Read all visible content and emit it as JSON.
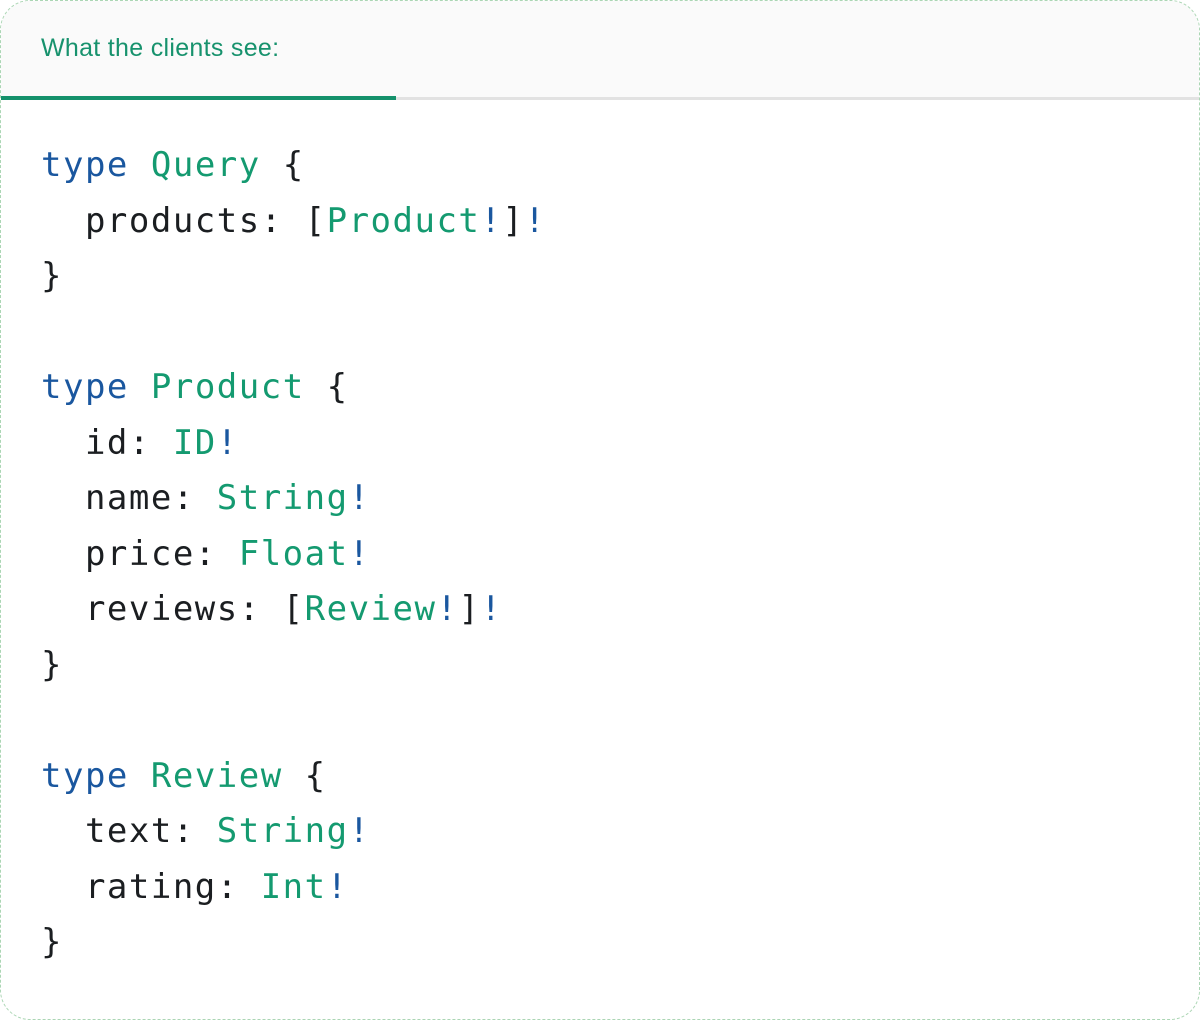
{
  "panel": {
    "tab": {
      "label": "What the clients see:"
    },
    "colors": {
      "keyword_blue": "#1a579f",
      "type_green": "#149a70",
      "code_dark": "#1b1e21",
      "tab_text_green": "#17926d",
      "tab_underline_green": "#14916b",
      "divider_gray": "#e2e2e2",
      "card_border_green": "#abd6b4",
      "header_bg": "#fafafa"
    },
    "code": {
      "language": "graphql-schema",
      "lines": [
        [
          {
            "t": "type",
            "c": "kw"
          },
          {
            "t": " ",
            "c": "pl"
          },
          {
            "t": "Query",
            "c": "ty"
          },
          {
            "t": " {",
            "c": "pl"
          }
        ],
        [
          {
            "t": "  products: [",
            "c": "pl"
          },
          {
            "t": "Product",
            "c": "ty"
          },
          {
            "t": "!",
            "c": "kw"
          },
          {
            "t": "]",
            "c": "pl"
          },
          {
            "t": "!",
            "c": "kw"
          }
        ],
        [
          {
            "t": "}",
            "c": "pl"
          }
        ],
        [],
        [
          {
            "t": "type",
            "c": "kw"
          },
          {
            "t": " ",
            "c": "pl"
          },
          {
            "t": "Product",
            "c": "ty"
          },
          {
            "t": " {",
            "c": "pl"
          }
        ],
        [
          {
            "t": "  id: ",
            "c": "pl"
          },
          {
            "t": "ID",
            "c": "ty"
          },
          {
            "t": "!",
            "c": "kw"
          }
        ],
        [
          {
            "t": "  name: ",
            "c": "pl"
          },
          {
            "t": "String",
            "c": "ty"
          },
          {
            "t": "!",
            "c": "kw"
          }
        ],
        [
          {
            "t": "  price: ",
            "c": "pl"
          },
          {
            "t": "Float",
            "c": "ty"
          },
          {
            "t": "!",
            "c": "kw"
          }
        ],
        [
          {
            "t": "  reviews: [",
            "c": "pl"
          },
          {
            "t": "Review",
            "c": "ty"
          },
          {
            "t": "!",
            "c": "kw"
          },
          {
            "t": "]",
            "c": "pl"
          },
          {
            "t": "!",
            "c": "kw"
          }
        ],
        [
          {
            "t": "}",
            "c": "pl"
          }
        ],
        [],
        [
          {
            "t": "type",
            "c": "kw"
          },
          {
            "t": " ",
            "c": "pl"
          },
          {
            "t": "Review",
            "c": "ty"
          },
          {
            "t": " {",
            "c": "pl"
          }
        ],
        [
          {
            "t": "  text: ",
            "c": "pl"
          },
          {
            "t": "String",
            "c": "ty"
          },
          {
            "t": "!",
            "c": "kw"
          }
        ],
        [
          {
            "t": "  rating: ",
            "c": "pl"
          },
          {
            "t": "Int",
            "c": "ty"
          },
          {
            "t": "!",
            "c": "kw"
          }
        ],
        [
          {
            "t": "}",
            "c": "pl"
          }
        ]
      ]
    }
  }
}
